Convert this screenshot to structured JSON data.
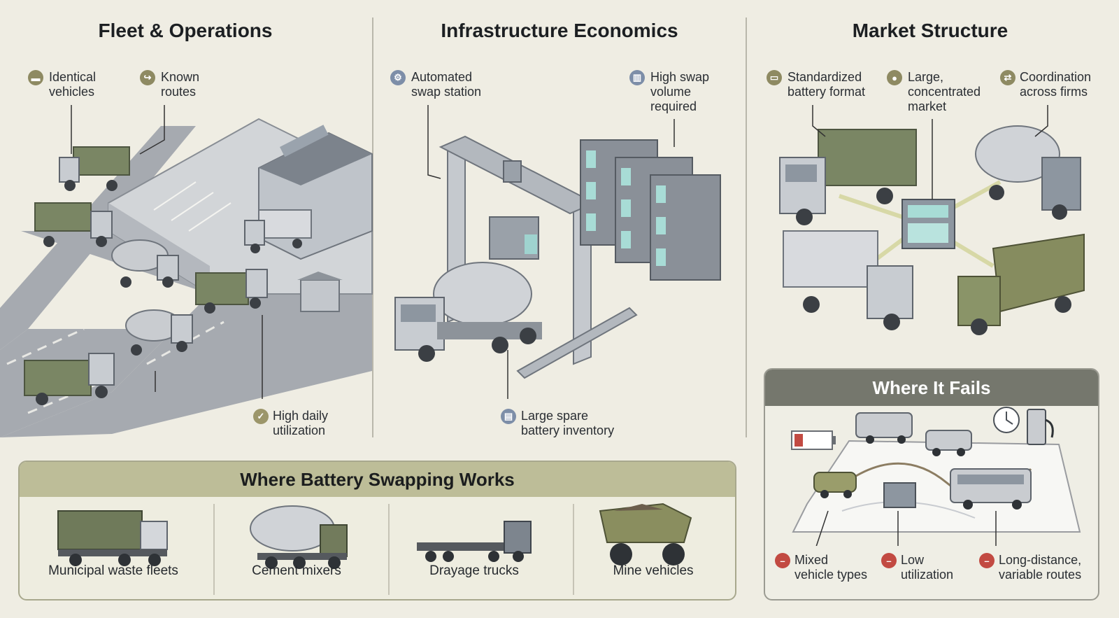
{
  "columns": {
    "fleet": {
      "title": "Fleet & Operations",
      "labels": {
        "identical": "Identical\nvehicles",
        "routes": "Known\nroutes",
        "utilization": "High daily\nutilization"
      }
    },
    "infra": {
      "title": "Infrastructure Economics",
      "labels": {
        "station": "Automated\nswap station",
        "volume": "High swap\nvolume\nrequired",
        "inventory": "Large spare\nbattery inventory"
      }
    },
    "market": {
      "title": "Market Structure",
      "labels": {
        "format": "Standardized\nbattery format",
        "concentrated": "Large,\nconcentrated\nmarket",
        "coordination": "Coordination\nacross firms"
      }
    }
  },
  "works": {
    "title": "Where Battery Swapping Works",
    "items": [
      "Municipal waste fleets",
      "Cement mixers",
      "Drayage trucks",
      "Mine vehicles"
    ]
  },
  "fails": {
    "title": "Where It Fails",
    "items": [
      "Mixed\nvehicle types",
      "Low\nutilization",
      "Long-distance,\nvariable routes"
    ]
  },
  "colors": {
    "olive": "#6f7a5a",
    "truck_green": "#7a8664",
    "grey": "#c9ccd0",
    "accent_header": "#bdbd98",
    "fail_header": "#75776d",
    "fail_red": "#c24a42"
  }
}
